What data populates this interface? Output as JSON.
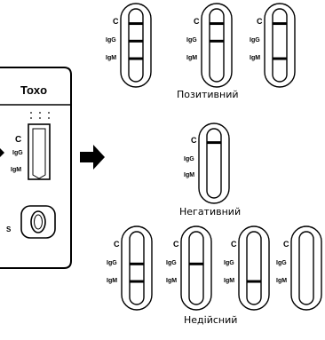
{
  "cassette": {
    "title": "Toxo",
    "marks": [
      "C",
      "IgG",
      "IgM"
    ],
    "sample_mark": "S"
  },
  "captions": {
    "positive": "Позитивний",
    "negative": "Негативний",
    "invalid": "Недійсний"
  },
  "strip_marks": {
    "c": "C",
    "igg": "IgG",
    "igm": "IgM"
  },
  "line_color": "#000000",
  "strips": {
    "positive": [
      {
        "lines": [
          "C",
          "IgG",
          "IgM"
        ]
      },
      {
        "lines": [
          "C",
          "IgG"
        ]
      },
      {
        "lines": [
          "C",
          "IgM"
        ]
      }
    ],
    "negative": [
      {
        "lines": [
          "C"
        ]
      }
    ],
    "invalid": [
      {
        "lines": [
          "IgG",
          "IgM"
        ]
      },
      {
        "lines": [
          "IgG"
        ]
      },
      {
        "lines": [
          "IgM"
        ]
      },
      {
        "lines": []
      }
    ]
  }
}
